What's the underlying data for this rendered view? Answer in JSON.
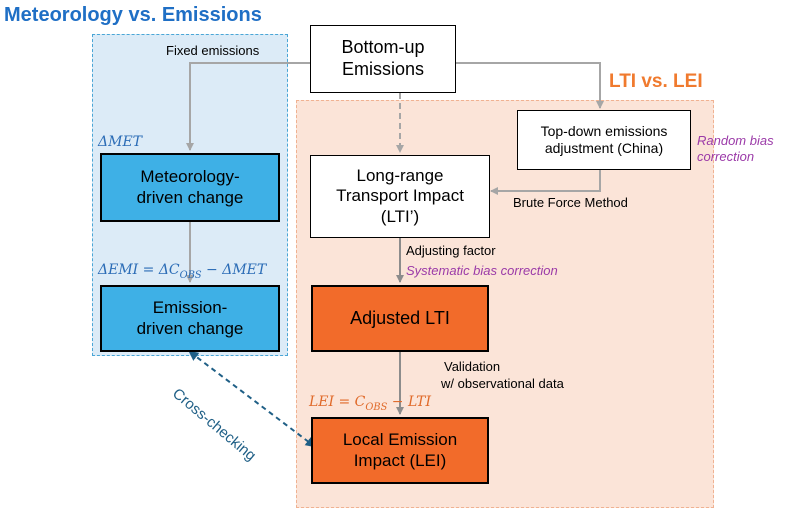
{
  "headings": {
    "met_vs_emi": "Meteorology vs. Emissions",
    "lti_vs_lei": "LTI vs. LEI"
  },
  "boxes": {
    "bottom_up": [
      "Bottom-up",
      "Emissions"
    ],
    "top_down": [
      "Top-down emissions",
      "adjustment (China)"
    ],
    "lti_prime": [
      "Long-range",
      "Transport Impact",
      "(LTI’)"
    ],
    "met_driven": [
      "Meteorology-",
      "driven change"
    ],
    "emi_driven": [
      "Emission-",
      "driven change"
    ],
    "adjusted_lti": "Adjusted LTI",
    "lei": [
      "Local Emission",
      "Impact (LEI)"
    ]
  },
  "labels": {
    "fixed_emissions": "Fixed emissions",
    "random_bias": [
      "Random bias",
      "correction"
    ],
    "brute_force": "Brute Force Method",
    "adjusting_factor": "Adjusting factor",
    "systematic_bias": "Systematic bias correction",
    "validation": [
      "Validation",
      "w/ observational data"
    ],
    "cross_checking": "Cross-checking"
  },
  "equations": {
    "delta_met": "ΔMET",
    "delta_emi_lhs": "ΔEMI = ΔC",
    "delta_emi_sub": "OBS",
    "delta_emi_rhs": " − ΔMET",
    "lei_lhs": "LEI = C",
    "lei_sub": "OBS",
    "lei_rhs": " − LTI"
  },
  "colors": {
    "heading_blue": "#1f6fc5",
    "heading_orange": "#f07a2e",
    "box_blue": "#3eb0e6",
    "box_orange": "#f26b2a",
    "region_blue": "#dcebf7",
    "region_orange": "#fbe4d8",
    "arrow_grey": "#a6a6a6",
    "cross_check": "#1f5f86",
    "purple_text": "#9b3aa8"
  }
}
